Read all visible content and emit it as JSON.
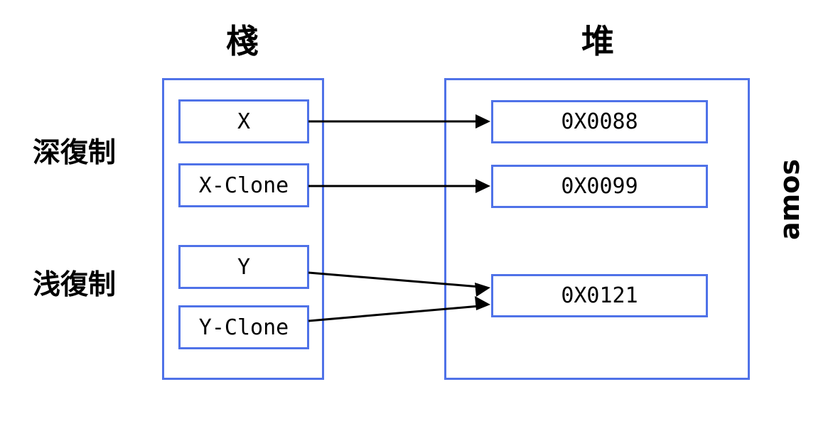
{
  "diagram": {
    "title_stack": "棧",
    "title_heap": "堆",
    "watermark": "amos",
    "labels": {
      "deep_copy": "深復制",
      "shallow_copy": "浅復制"
    },
    "colors": {
      "box_border": "#4f72e8",
      "arrow": "#000000",
      "text": "#000000",
      "background": "#ffffff"
    },
    "stack": {
      "cells": [
        {
          "label": "X"
        },
        {
          "label": "X-Clone"
        },
        {
          "label": "Y"
        },
        {
          "label": "Y-Clone"
        }
      ]
    },
    "heap": {
      "cells": [
        {
          "label": "0X0088"
        },
        {
          "label": "0X0099"
        },
        {
          "label": "0X0121"
        }
      ]
    },
    "arrows": [
      {
        "from": "X",
        "to": "0X0088",
        "style": "straight"
      },
      {
        "from": "X-Clone",
        "to": "0X0099",
        "style": "straight"
      },
      {
        "from": "Y",
        "to": "0X0121",
        "style": "angled-down"
      },
      {
        "from": "Y-Clone",
        "to": "0X0121",
        "style": "angled-up"
      }
    ]
  }
}
